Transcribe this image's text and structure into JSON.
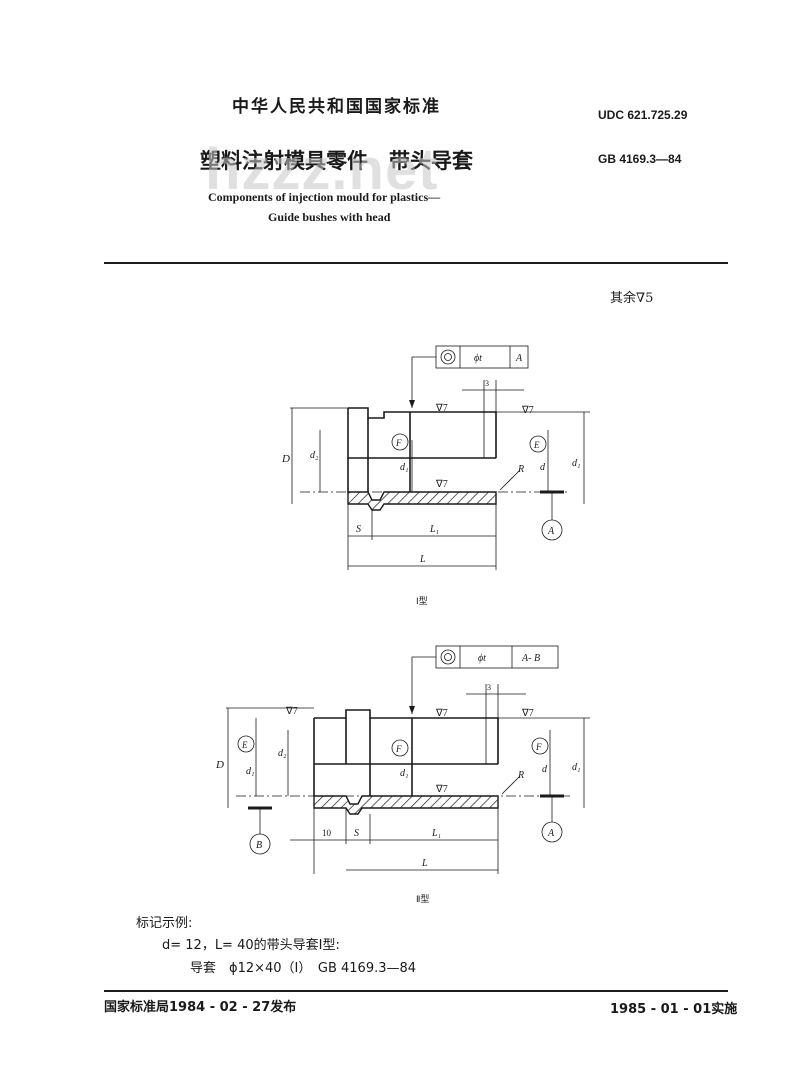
{
  "header": {
    "org_title": "中华人民共和国国家标准",
    "udc": "UDC 621.725.29",
    "std_no": "GB 4169.3—84",
    "cn_title": "塑料注射模具零件　带头导套",
    "en_title_1": "Components of injection mould for plastics—",
    "en_title_2": "Guide bushes with head",
    "watermark": "hzzz.net"
  },
  "roughness_note": "其余∇5",
  "fig1": {
    "caption": "Ⅰ型",
    "tol_sym": "ϕt",
    "datum": "A",
    "roughness": "∇7",
    "dim3": "3",
    "labels": {
      "D": "D",
      "d2": "d₂",
      "d1": "d₁",
      "F": "F",
      "E": "E",
      "d": "d",
      "d_right": "d₁",
      "R": "R",
      "S": "S",
      "L1": "L₁",
      "L": "L",
      "A": "A"
    }
  },
  "fig2": {
    "caption": "Ⅱ型",
    "tol_sym": "ϕt",
    "datum": "A- B",
    "roughness": "∇7",
    "dim3": "3",
    "dim10": "10",
    "labels": {
      "D": "D",
      "d1": "d₁",
      "E": "E",
      "d2": "d₂",
      "F": "F",
      "d": "d",
      "d_right": "d₁",
      "R": "R",
      "S": "S",
      "L1": "L₁",
      "L": "L",
      "A": "A",
      "B": "B"
    }
  },
  "example": {
    "heading": "标记示例:",
    "line1": "d= 12，L= 40的带头导套Ⅰ型:",
    "line2": "导套　ϕ12×40（Ⅰ）　GB 4169.3—84"
  },
  "footer": {
    "issued": "国家标准局1984 - 02 - 27发布",
    "effective": "1985 - 01 - 01实施"
  }
}
